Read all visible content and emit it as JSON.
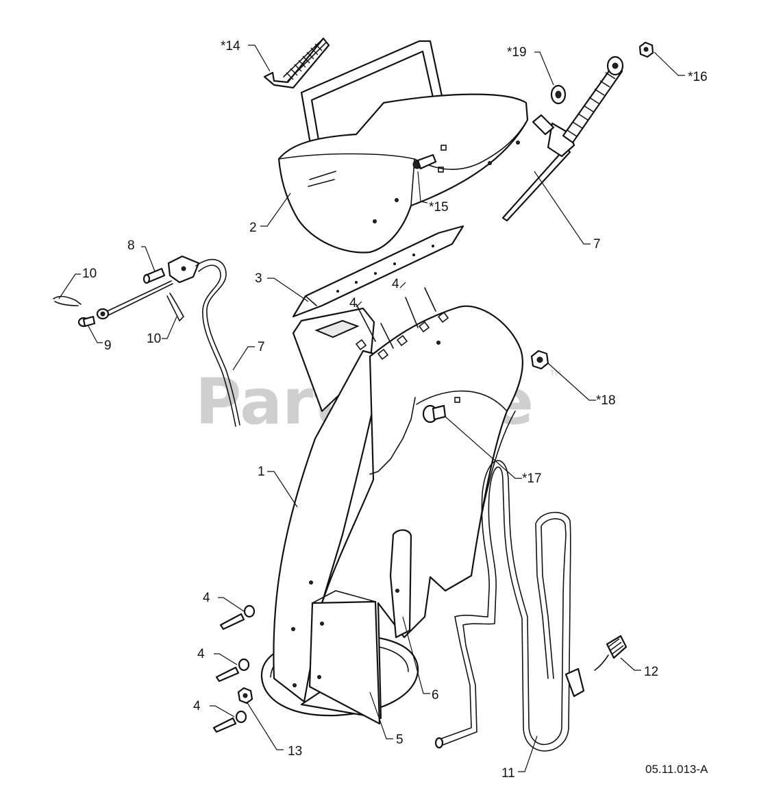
{
  "watermark": {
    "text": "PartsTree",
    "tm": "TM"
  },
  "drawing_number": "05.11.013-A",
  "callouts": {
    "c14": "*14",
    "c19": "*19",
    "c16": "*16",
    "c2": "2",
    "c15": "*15",
    "c7a": "7",
    "c8": "8",
    "c10a": "10",
    "c9": "9",
    "c10b": "10",
    "c7b": "7",
    "c3": "3",
    "c4a": "4",
    "c4b": "4",
    "c18": "*18",
    "c1": "1",
    "c17": "*17",
    "c4c": "4",
    "c4d": "4",
    "c4e": "4",
    "c13": "13",
    "c5": "5",
    "c6": "6",
    "c12": "12",
    "c11": "11"
  }
}
